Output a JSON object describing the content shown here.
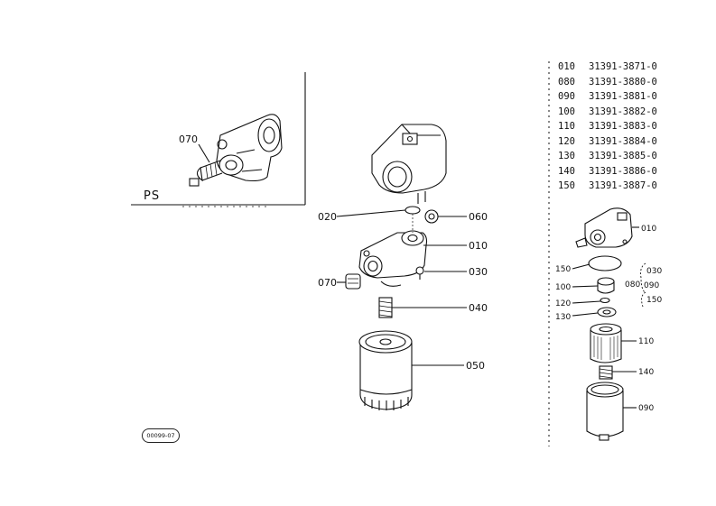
{
  "inset": {
    "label": "PS",
    "ref": "070"
  },
  "main_callouts": {
    "c020": "020",
    "c060": "060",
    "c010": "010",
    "c030": "030",
    "c070": "070",
    "c040": "040",
    "c050": "050"
  },
  "parts_list": [
    {
      "ref": "010",
      "part": "31391-3871-0"
    },
    {
      "ref": "080",
      "part": "31391-3880-0"
    },
    {
      "ref": "090",
      "part": "31391-3881-0"
    },
    {
      "ref": "100",
      "part": "31391-3882-0"
    },
    {
      "ref": "110",
      "part": "31391-3883-0"
    },
    {
      "ref": "120",
      "part": "31391-3884-0"
    },
    {
      "ref": "130",
      "part": "31391-3885-0"
    },
    {
      "ref": "140",
      "part": "31391-3886-0"
    },
    {
      "ref": "150",
      "part": "31391-3887-0"
    }
  ],
  "sub_callouts": {
    "c010": "010",
    "c150": "150",
    "c100": "100",
    "c120": "120",
    "c130": "130",
    "c110": "110",
    "c140": "140",
    "c090": "090",
    "g080": "080",
    "g030": "030",
    "g090": "090",
    "g150": "150"
  },
  "stamp": "00099-07"
}
